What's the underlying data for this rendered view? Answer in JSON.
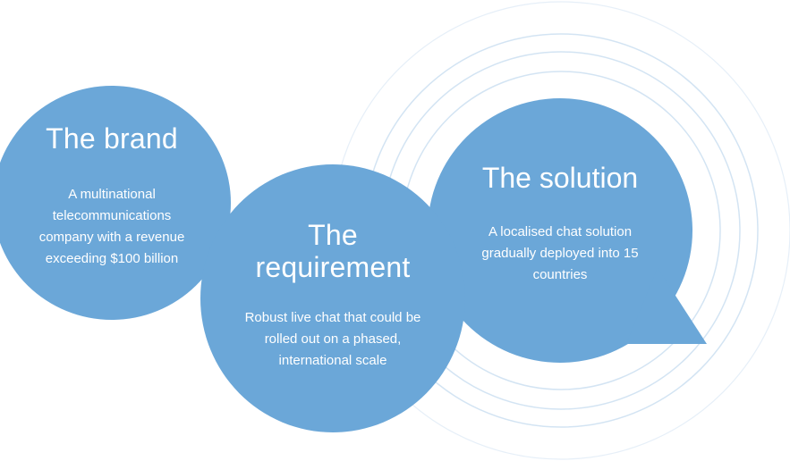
{
  "colors": {
    "bubble": "#6ba7d8",
    "ring": "#d3e4f3",
    "text": "#ffffff"
  },
  "brand": {
    "title": "The brand",
    "description": "A multinational telecommunications company with a revenue exceeding $100 billion"
  },
  "requirement": {
    "title": "The requirement",
    "description": "Robust live chat that could be rolled out on a phased, international scale"
  },
  "solution": {
    "title": "The solution",
    "description": "A localised chat solution gradually deployed into 15 countries"
  }
}
